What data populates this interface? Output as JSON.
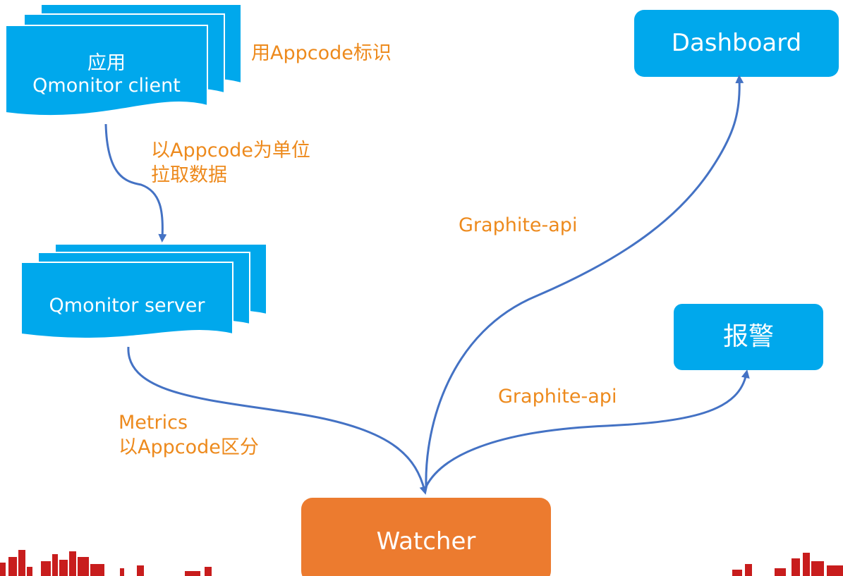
{
  "colors": {
    "box_blue": "#00a8ec",
    "box_orange": "#ec7b2f",
    "arrow": "#4472c4",
    "label": "#ed8a1d",
    "skyline": "#c81d1d"
  },
  "nodes": {
    "client": {
      "line1": "应用",
      "line2": "Qmonitor client"
    },
    "server": {
      "label": "Qmonitor server"
    },
    "dashboard": {
      "label": "Dashboard"
    },
    "alarm": {
      "label": "报警"
    },
    "watcher": {
      "label": "Watcher"
    }
  },
  "edge_labels": {
    "client_tag": "用Appcode标识",
    "pull_line1": "以Appcode为单位",
    "pull_line2": "拉取数据",
    "metrics_line1": "Metrics",
    "metrics_line2": "以Appcode区分",
    "graphite_dashboard": "Graphite-api",
    "graphite_alarm": "Graphite-api"
  }
}
